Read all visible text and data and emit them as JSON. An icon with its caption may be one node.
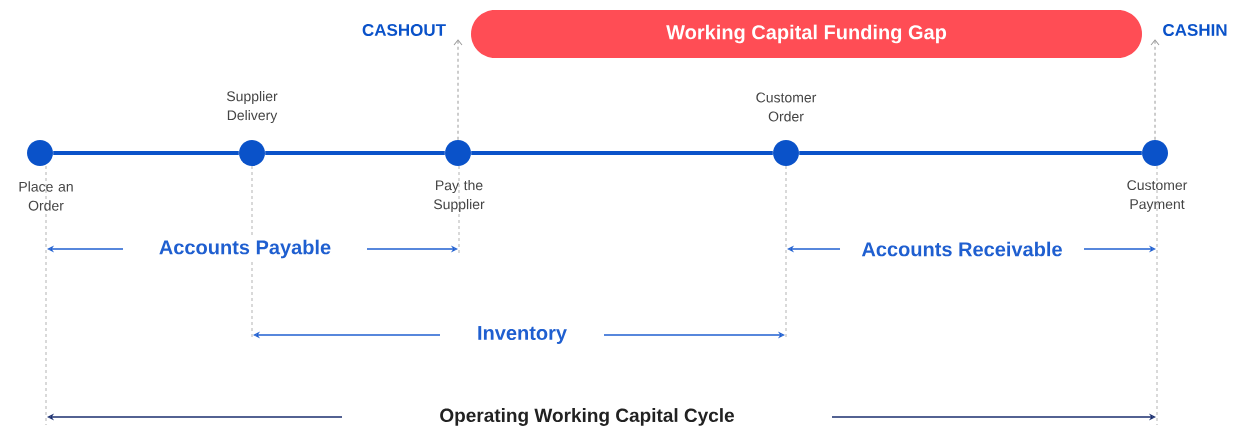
{
  "diagram": {
    "nodes": [
      {
        "text": [],
        "shape": "circle",
        "beside": [
          "Place an Order"
        ]
      },
      {
        "text": [],
        "shape": "circle",
        "beside": [
          "Supplier Delivery"
        ]
      },
      {
        "text": [],
        "shape": "circle",
        "beside": [
          "Pay the Supplier"
        ]
      },
      {
        "text": [],
        "shape": "circle",
        "beside": [
          "Customer Order"
        ]
      },
      {
        "text": [],
        "shape": "circle",
        "beside": [
          "Customer Payment"
        ]
      },
      {
        "text": [
          "CASHOUT"
        ]
      },
      {
        "text": [
          "CASHIN"
        ]
      },
      {
        "text": [
          "Working Capital Funding Gap"
        ]
      }
    ],
    "edges": [
      {
        "from": 0,
        "to": 1,
        "arrow": "none"
      },
      {
        "from": 1,
        "to": 2,
        "arrow": "none"
      },
      {
        "from": 2,
        "to": 3,
        "arrow": "none"
      },
      {
        "from": 3,
        "to": 4,
        "arrow": "none"
      },
      {
        "from": 2,
        "to": 5,
        "arrow": "to",
        "style": "dashed",
        "color": "#9a9a9a"
      },
      {
        "from": 4,
        "to": 6,
        "arrow": "to",
        "style": "dashed",
        "color": "#9a9a9a"
      }
    ],
    "labels": [
      "Accounts Payable",
      "Accounts Receivable",
      "Inventory",
      "Operating Working Capital Cycle"
    ]
  }
}
